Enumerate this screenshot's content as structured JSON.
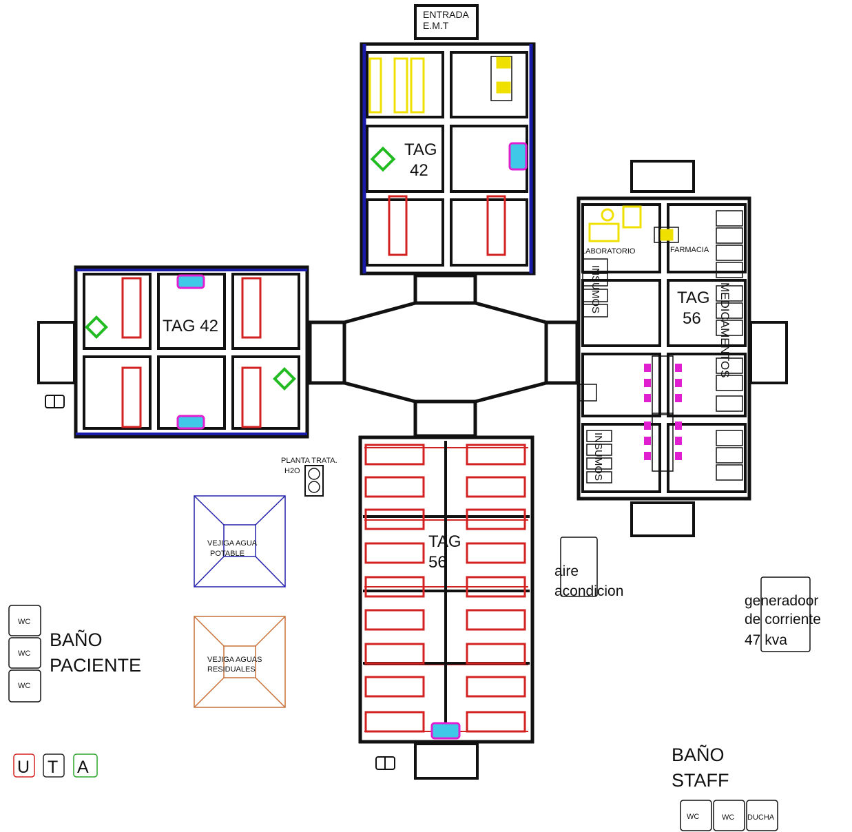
{
  "entrance": {
    "line1": "ENTRADA",
    "line2": "E.M.T"
  },
  "north_module": {
    "tag_line1": "TAG",
    "tag_line2": "42"
  },
  "west_module": {
    "tag": "TAG 42"
  },
  "east_module": {
    "tag_line1": "TAG",
    "tag_line2": "56",
    "laboratorio": "LABORATORIO",
    "farmacia": "FARMACIA",
    "insumos_upper": "INSUMOS",
    "insumos_lower": "INSUMOS",
    "medicamentos": "MEDICAMENTOS"
  },
  "south_module": {
    "tag_line1": "TAG",
    "tag_line2": "56"
  },
  "water_plant": {
    "line1": "PLANTA TRATA.",
    "line2": "H2O"
  },
  "potable_bladder": {
    "line1": "VEJIGA  AGUA",
    "line2": "POTABLE"
  },
  "waste_bladder": {
    "line1": "VEJIGA AGUAS",
    "line2": "RESIDUALES"
  },
  "air_conditioning": {
    "line1": "aire",
    "line2": "acondicion"
  },
  "generator": {
    "line1": "generadoor",
    "line2": "de corriente",
    "line3": "47 kva"
  },
  "patient_bathroom": {
    "line1": "BAÑO",
    "line2": "PACIENTE",
    "wc_labels": [
      "WC",
      "WC",
      "WC"
    ]
  },
  "staff_bathroom": {
    "line1": "BAÑO",
    "line2": "STAFF",
    "fixtures": [
      "WC",
      "WC",
      "DUCHA"
    ]
  },
  "uta_legend": [
    {
      "letter": "U",
      "color": "#d62020"
    },
    {
      "letter": "T",
      "color": "#222222"
    },
    {
      "letter": "A",
      "color": "#2aa52a"
    }
  ],
  "colors": {
    "wall": "#111111",
    "bed": "#d32020",
    "blue_wall": "#1a1aa8",
    "lab_yellow": "#f0e000",
    "chair_magenta": "#e020d0",
    "device_cyan": "#40c8e8",
    "green_equip": "#22bb22",
    "potable_blue": "#2222aa",
    "waste_orange": "#c8703a"
  }
}
